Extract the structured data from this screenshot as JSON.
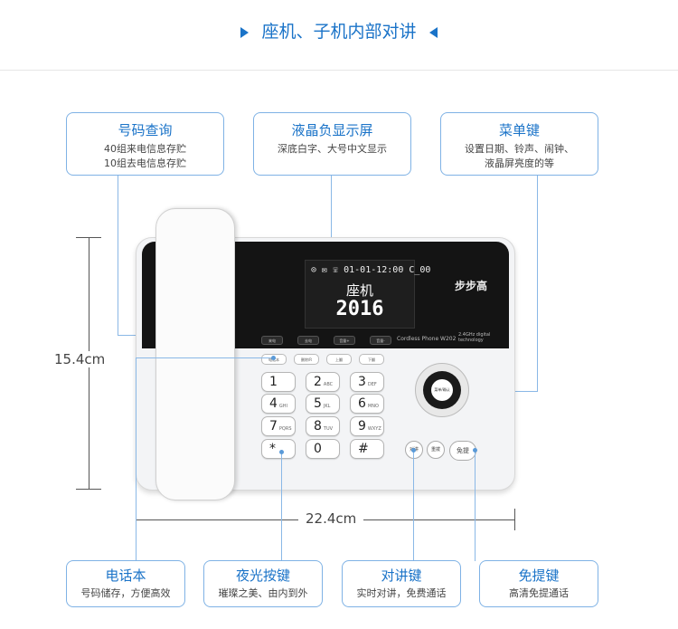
{
  "header": {
    "title": "座机、子机内部对讲"
  },
  "callouts": {
    "number_lookup": {
      "title": "号码查询",
      "line1": "40组来电信息存贮",
      "line2": "10组去电信息存贮"
    },
    "lcd": {
      "title": "液晶负显示屏",
      "line1": "深底白字、大号中文显示"
    },
    "menu": {
      "title": "菜单键",
      "line1": "设置日期、铃声、闹钟、",
      "line2": "液晶屏亮度的等"
    },
    "phonebook": {
      "title": "电话本",
      "line1": "号码储存，方便高效"
    },
    "night_light": {
      "title": "夜光按键",
      "line1": "璀璨之美、由内到外"
    },
    "intercom": {
      "title": "对讲键",
      "line1": "实时对讲，免费通话"
    },
    "handsfree": {
      "title": "免提键",
      "line1": "高清免提通话"
    }
  },
  "dimensions": {
    "height": "15.4cm",
    "width": "22.4cm"
  },
  "phone": {
    "screen_row1": "⊙ ✉ ☏ 01-01-12:00  C_00",
    "screen_row2": "座机",
    "screen_row3": "2016",
    "brand": "步步高",
    "model": "Cordless Phone W202",
    "digital": "2.4GHz digital technology",
    "softkeys": [
      "来电",
      "去电",
      "音量+",
      "音量-"
    ],
    "fkeys": [
      "电话本",
      "删除/R",
      "上翻",
      "下翻"
    ],
    "keys": [
      {
        "d": "1",
        "s": ""
      },
      {
        "d": "2",
        "s": "ABC"
      },
      {
        "d": "3",
        "s": "DEF"
      },
      {
        "d": "4",
        "s": "GHI"
      },
      {
        "d": "5",
        "s": "JKL"
      },
      {
        "d": "6",
        "s": "MNO"
      },
      {
        "d": "7",
        "s": "PQRS"
      },
      {
        "d": "8",
        "s": "TUV"
      },
      {
        "d": "9",
        "s": "WXYZ"
      },
      {
        "d": "*",
        "s": ""
      },
      {
        "d": "0",
        "s": ""
      },
      {
        "d": "#",
        "s": ""
      }
    ],
    "nav_center": "菜单/确认",
    "bottom_keys": [
      "对讲",
      "重拨",
      "免提"
    ]
  }
}
